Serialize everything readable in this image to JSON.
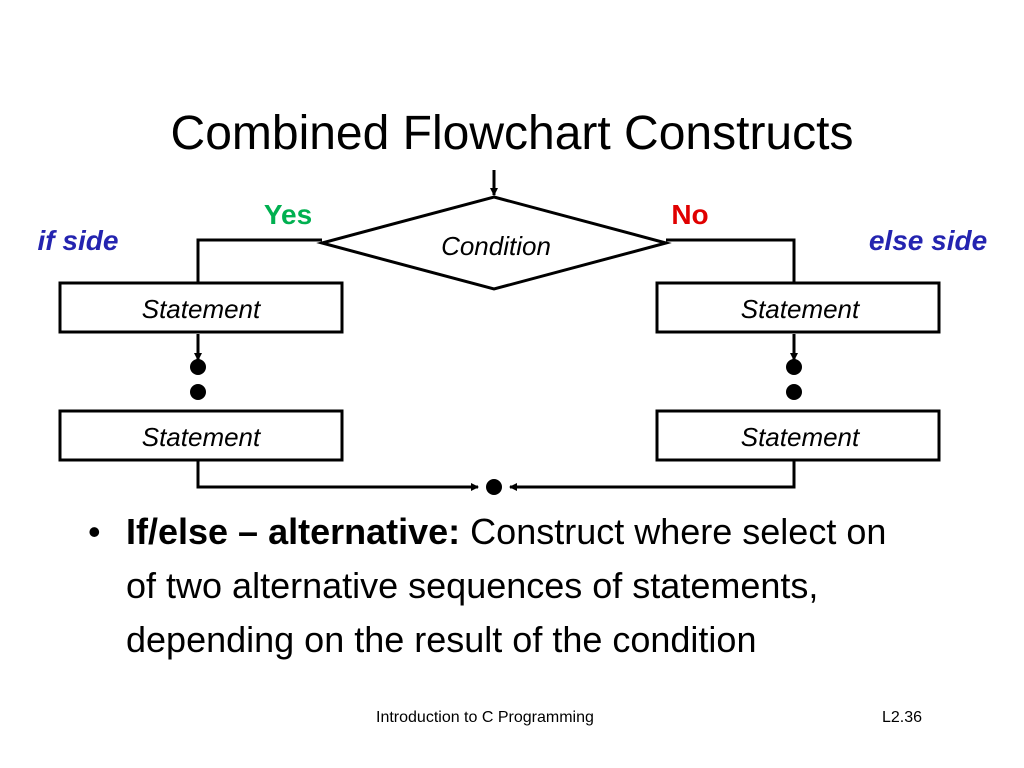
{
  "slide": {
    "title": "Combined Flowchart Constructs"
  },
  "diagram": {
    "decision": {
      "text": "Condition"
    },
    "yes_label": "Yes",
    "no_label": "No",
    "left_side_label": "if side",
    "right_side_label": "else side",
    "left_statements": [
      "Statement",
      "Statement"
    ],
    "right_statements": [
      "Statement",
      "Statement"
    ],
    "colors": {
      "yes": "#00b050",
      "no": "#e00000",
      "side_label": "#2424b0",
      "lines": "#000000"
    }
  },
  "bullet": {
    "marker": "•",
    "lead": "If/else – alternative:",
    "text": " Construct where select on of two alternative sequences of statements, depending on the result of the condition"
  },
  "footer": {
    "course": "Introduction to C Programming",
    "slide_number": "L2.36"
  }
}
